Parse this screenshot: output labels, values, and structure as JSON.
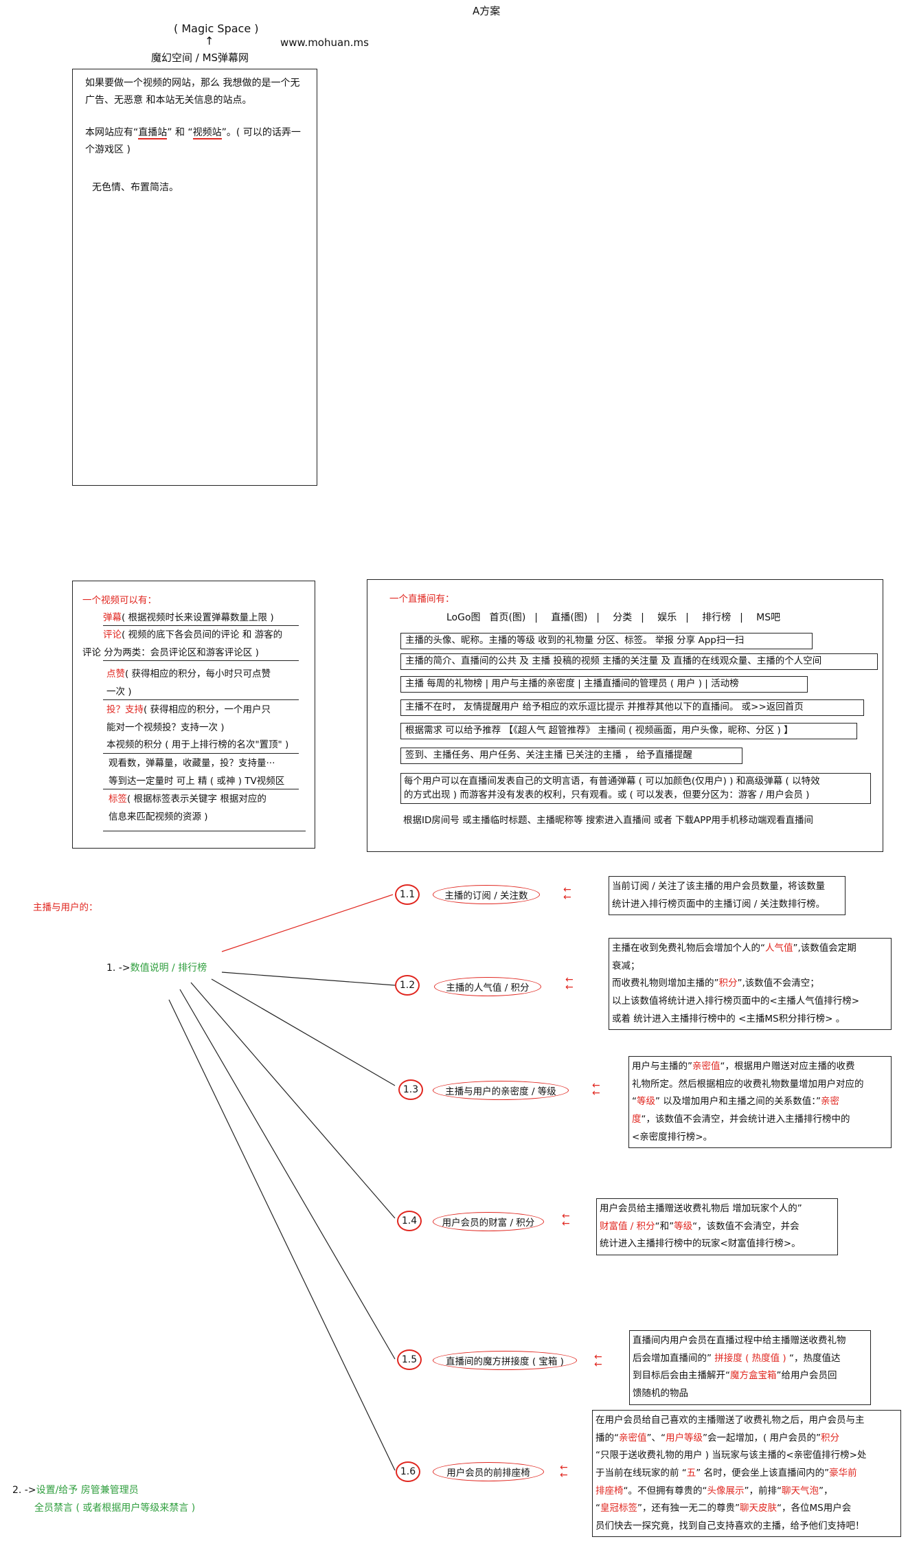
{
  "header": {
    "title": "A方案",
    "magic_space": "( Magic   Space )",
    "name_cn": "魔幻空间 / MS弹幕网",
    "url": "www.mohuan.ms"
  },
  "intro_box": {
    "p1": "如果要做一个视频的网站，那么   我想做的是一个无广告、无恶意  和本站无关信息的站点。",
    "p2_a": "本网站应有“",
    "p2_live": "直播站",
    "p2_b": "”  和  “",
    "p2_video": "视频站",
    "p2_c": "”。( 可以的话弄一个游戏区 )",
    "p3": "无色情、布置简洁。"
  },
  "video_box": {
    "heading": "一个视频可以有：",
    "danmu_label": "弹幕",
    "danmu_text": "( 根据视频时长来设置弹幕数量上限 )",
    "comment_label": "评论",
    "comment_text": "( 视频的底下各会员间的评论 和 游客的",
    "comment_cont": "评论   分为两类：会员评论区和游客评论区 )",
    "like_label": "点赞",
    "like_text": "( 获得相应的积分，每小时只可点赞",
    "like_cont": "一次 )",
    "vote_label": "投？支持",
    "vote_text": "( 获得相应的积分，一个用户只",
    "vote_cont": "能对一个视频投？支持一次 )",
    "score_text": "本视频的积分 ( 用于上排行榜的名次\"置顶\" )",
    "stats_text": "观看数，弹幕量，收藏量，投？支持量···",
    "stats_cont": "等到达一定量时  可上 精 ( 或神 ) TV视频区",
    "tag_label": "标签",
    "tag_text": "( 根据标签表示关键字        根据对应的",
    "tag_cont": "信息来匹配视频的资源 )"
  },
  "live_box": {
    "heading": "一个直播间有：",
    "nav": [
      "LoGo图",
      "首页(图)",
      "直播(图)",
      "分类",
      "娱乐",
      "排行榜",
      "MS吧"
    ],
    "rows": [
      "主播的头像、昵称。主播的等级  收到的礼物量    分区、标签。     举报   分享     App扫一扫",
      "主播的简介、直播间的公共     及 主播 投稿的视频    主播的关注量  及 直播的在线观众量、主播的个人空间",
      "主播     每周的礼物榜   |  用户与主播的亲密度   |  主播直播间的管理员 ( 用户 )    |  活动榜",
      "主播不在时，  友情提醒用户  给予相应的欢乐逗比提示  并推荐其他以下的直播间。      或>>返回首页",
      "根据需求  可以给予推荐   【《超人气    超管推荐》    主播间 ( 视频画面，用户头像，昵称、分区 )  】",
      "签到、主播任务、用户任务、关注主播       已关注的主播 ，   给予直播提醒"
    ],
    "row7_l1": "每个用户可以在直播间发表自己的文明言语，有普通弹幕 ( 可以加颜色(仅用户) ) 和高级弹幕 ( 以特效",
    "row7_l2": "的方式出现 )   而游客并没有发表的权利，只有观看。或 ( 可以发表，但要分区为：游客 / 用户会员 )",
    "footer": "根据ID房间号 或主播临时标题、主播昵称等  搜索进入直播间   或者   下载APP用手机移动端观看直播间"
  },
  "mindmap": {
    "section_title": "主播与用户的：",
    "hub_prefix": "1. ->",
    "hub_label": "数值说明 / 排行榜",
    "nodes": [
      {
        "num": "1.1",
        "label": "主播的订阅 / 关注数",
        "desc": [
          [
            [
              "当前订阅 / 关注了该主播的用户会员数量，将该数量",
              ""
            ]
          ],
          [
            [
              "统计进入排行榜页面中的主播订阅 / 关注数排行榜。",
              ""
            ]
          ]
        ]
      },
      {
        "num": "1.2",
        "label": "主播的人气值 / 积分",
        "desc": [
          [
            [
              "主播在收到免费礼物后会增加个人的“",
              ""
            ],
            [
              "人气值",
              "r"
            ],
            [
              "”,该数值会定期",
              ""
            ]
          ],
          [
            [
              "衰减；",
              ""
            ]
          ],
          [
            [
              "而收费礼物则增加主播的”",
              ""
            ],
            [
              "积分",
              "r"
            ],
            [
              "”,该数值不会清空；",
              ""
            ]
          ],
          [
            [
              "以上该数值将统计进入排行榜页面中的<主播人气值排行榜>",
              ""
            ]
          ],
          [
            [
              "或着   统计进入主播排行榜中的  <主播MS积分排行榜>  。",
              ""
            ]
          ]
        ]
      },
      {
        "num": "1.3",
        "label": "主播与用户的亲密度 / 等级",
        "desc": [
          [
            [
              "用户与主播的”",
              ""
            ],
            [
              "亲密值",
              "r"
            ],
            [
              "“，根据用户赠送对应主播的收费",
              ""
            ]
          ],
          [
            [
              "礼物所定。然后根据相应的收费礼物数量增加用户对应的",
              ""
            ]
          ],
          [
            [
              "“",
              ""
            ],
            [
              "等级",
              "r"
            ],
            [
              "” 以及增加用户和主播之间的关系数值：”",
              ""
            ],
            [
              "亲密",
              "r"
            ]
          ],
          [
            [
              "度",
              "r"
            ],
            [
              "“，该数值不会清空，并会统计进入主播排行榜中的",
              ""
            ]
          ],
          [
            [
              "<亲密度排行榜>。",
              ""
            ]
          ]
        ]
      },
      {
        "num": "1.4",
        "label": "用户会员的财富 / 积分",
        "desc": [
          [
            [
              "用户会员给主播赠送收费礼物后  增加玩家个人的”",
              ""
            ]
          ],
          [
            [
              "财富值 / 积分",
              "r"
            ],
            [
              "“和”",
              ""
            ],
            [
              "等级",
              "r"
            ],
            [
              "“，该数值不会清空，并会",
              ""
            ]
          ],
          [
            [
              "统计进入主播排行榜中的玩家<财富值排行榜>。",
              ""
            ]
          ]
        ]
      },
      {
        "num": "1.5",
        "label": "直播间的魔方拼接度 ( 宝箱 )",
        "desc": [
          [
            [
              "直播间内用户会员在直播过程中给主播赠送收费礼物",
              ""
            ]
          ],
          [
            [
              "后会增加直播间的” ",
              ""
            ],
            [
              "拼接度 ( 热度值 )",
              "r"
            ],
            [
              " “，热度值达",
              ""
            ]
          ],
          [
            [
              "到目标后会由主播解开“",
              ""
            ],
            [
              "魔方盒宝箱",
              "r"
            ],
            [
              "”给用户会员回",
              ""
            ]
          ],
          [
            [
              "馈随机的物品",
              ""
            ]
          ]
        ]
      },
      {
        "num": "1.6",
        "label": "用户会员的前排座椅",
        "desc": [
          [
            [
              "在用户会员给自己喜欢的主播赠送了收费礼物之后，用户会员与主",
              ""
            ]
          ],
          [
            [
              "播的“",
              ""
            ],
            [
              "亲密值",
              "r"
            ],
            [
              "”、“",
              ""
            ],
            [
              "用户等级",
              "r"
            ],
            [
              "”会一起增加，( 用户会员的”",
              ""
            ],
            [
              "积分",
              "r"
            ]
          ],
          [
            [
              "“只限于送收费礼物的用户 ) 当玩家与该主播的<亲密值排行榜>处",
              ""
            ]
          ],
          [
            [
              "于当前在线玩家的前 “",
              ""
            ],
            [
              "五",
              "r"
            ],
            [
              "” 名时，便会坐上该直播间内的”",
              ""
            ],
            [
              "豪华前",
              "r"
            ]
          ],
          [
            [
              "排座椅",
              "r"
            ],
            [
              "“。不但拥有尊贵的“",
              ""
            ],
            [
              "头像展示",
              "r"
            ],
            [
              "”，前排“",
              ""
            ],
            [
              "聊天气泡",
              "r"
            ],
            [
              "”，",
              ""
            ]
          ],
          [
            [
              "“",
              ""
            ],
            [
              "皇冠标签",
              "r"
            ],
            [
              "”，还有独一无二的尊贵”",
              ""
            ],
            [
              "聊天皮肤",
              "r"
            ],
            [
              "“，各位MS用户会",
              ""
            ]
          ],
          [
            [
              "员们快去一探究竟，找到自己支持喜欢的主播，给予他们支持吧！",
              ""
            ]
          ]
        ]
      }
    ],
    "item2_prefix": "2. ->",
    "item2_label": "设置/给予 房管兼管理员",
    "item2_sub": "全员禁言 ( 或者根据用户等级来禁言 )",
    "arrow_glyph": "←"
  },
  "colors": {
    "red": "#e0261f",
    "green": "#2f9e3e",
    "line": "#222222"
  }
}
